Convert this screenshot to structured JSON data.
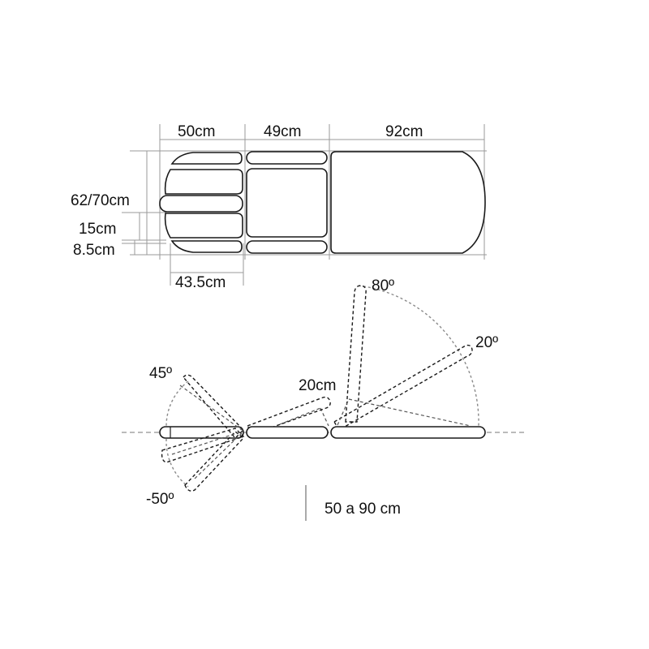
{
  "top_view": {
    "width_head": "50cm",
    "width_middle": "49cm",
    "width_back": "92cm",
    "height_total": "62/70cm",
    "armrest_gap": "15cm",
    "armrest_width": "8.5cm",
    "head_inner": "43.5cm"
  },
  "side_view": {
    "back_angle_max": "80º",
    "back_angle_min": "20º",
    "head_up": "45º",
    "head_down": "-50º",
    "seat_lift": "20cm",
    "height_range": "50 a 90 cm"
  }
}
